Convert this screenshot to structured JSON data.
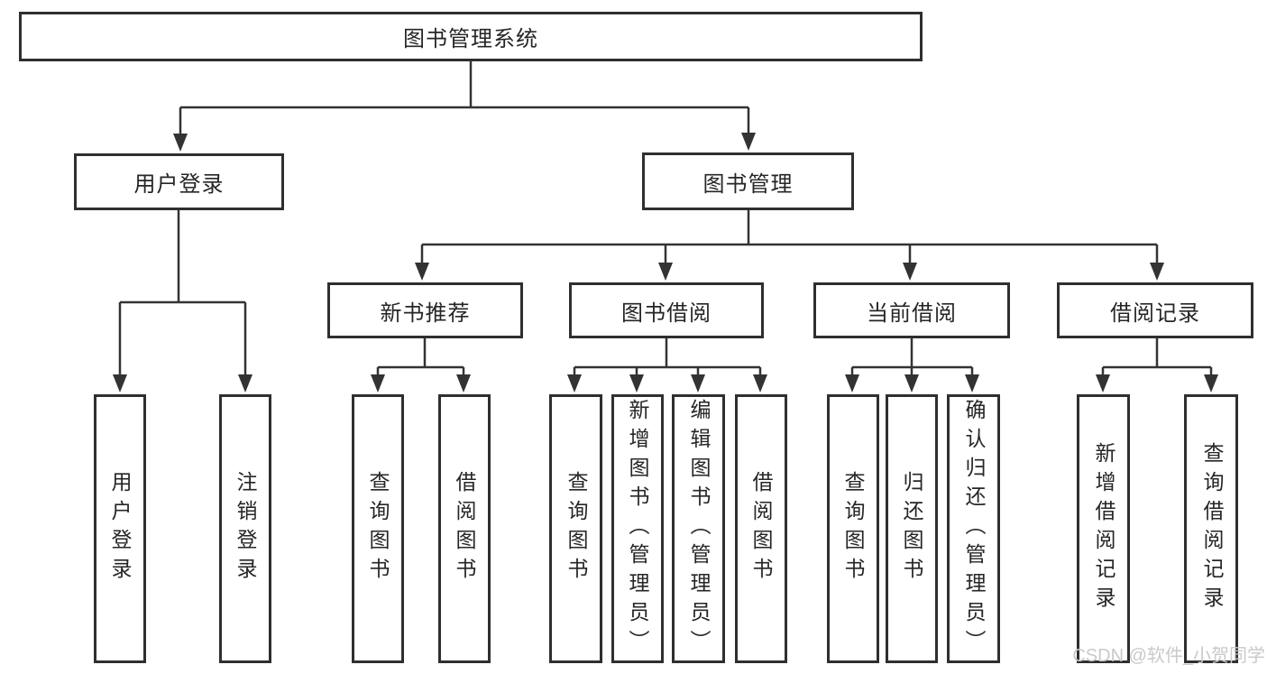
{
  "diagram_title": "图书管理系统",
  "colors": {
    "background": "#ffffff",
    "line": "#333333",
    "border": "#2f2f2f",
    "text": "#262626",
    "watermark": "#c9c9c9"
  },
  "nodes": {
    "root": {
      "label": "图书管理系统"
    },
    "login": {
      "label": "用户登录"
    },
    "mgmt": {
      "label": "图书管理"
    },
    "recommend": {
      "label": "新书推荐"
    },
    "borrow": {
      "label": "图书借阅"
    },
    "current": {
      "label": "当前借阅"
    },
    "records": {
      "label": "借阅记录"
    },
    "login_leaf": {
      "label": "用户登录"
    },
    "logout_leaf": {
      "label": "注销登录"
    },
    "rec_query": {
      "label": "查询图书"
    },
    "rec_borrow": {
      "label": "借阅图书"
    },
    "bor_query": {
      "label": "查询图书"
    },
    "bor_add": {
      "label": "新增图书（管理员）"
    },
    "bor_edit": {
      "label": "编辑图书（管理员）"
    },
    "bor_borrow": {
      "label": "借阅图书"
    },
    "cur_query": {
      "label": "查询图书"
    },
    "cur_return": {
      "label": "归还图书"
    },
    "cur_confirm": {
      "label": "确认归还（管理员）"
    },
    "record_add": {
      "label": "新增借阅记录"
    },
    "record_query": {
      "label": "查询借阅记录"
    }
  },
  "tree": {
    "图书管理系统": [
      "用户登录",
      "图书管理"
    ],
    "用户登录": [
      "用户登录",
      "注销登录"
    ],
    "图书管理": [
      "新书推荐",
      "图书借阅",
      "当前借阅",
      "借阅记录"
    ],
    "新书推荐": [
      "查询图书",
      "借阅图书"
    ],
    "图书借阅": [
      "查询图书",
      "新增图书（管理员）",
      "编辑图书（管理员）",
      "借阅图书"
    ],
    "当前借阅": [
      "查询图书",
      "归还图书",
      "确认归还（管理员）"
    ],
    "借阅记录": [
      "新增借阅记录",
      "查询借阅记录"
    ]
  },
  "watermark": {
    "text": "CSDN @软件_小贺同学"
  }
}
